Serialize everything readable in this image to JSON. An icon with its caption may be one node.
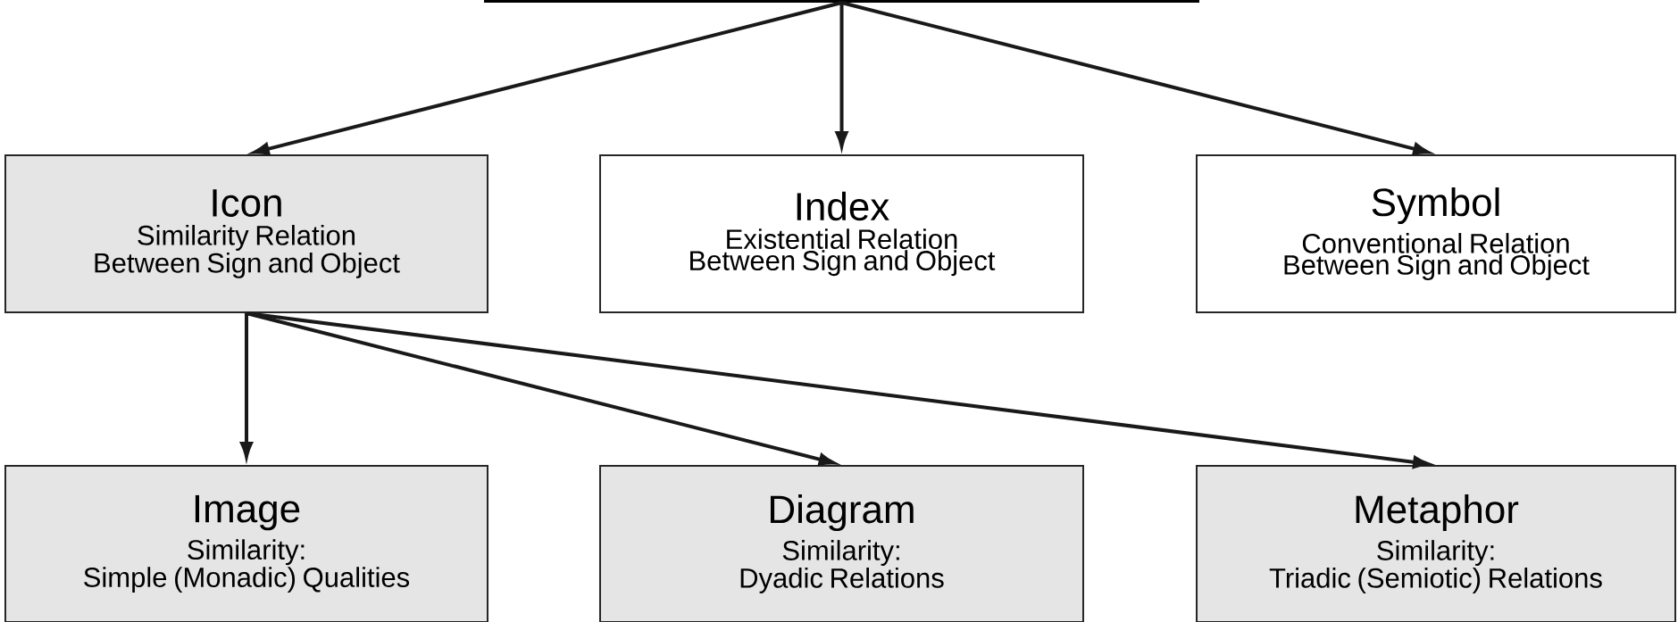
{
  "diagram": {
    "nodes": [
      {
        "text": [],
        "shape": "box"
      },
      {
        "text": [
          "Icon",
          "Similarity Relation Between Sign and Object"
        ]
      },
      {
        "text": [
          "Index",
          "Existential Relation Between Sign and Object"
        ]
      },
      {
        "text": [
          "Symbol",
          "Conventional Relation Between Sign and Object"
        ]
      },
      {
        "text": [
          "Image",
          "Similarity:",
          "Simple (Monadic) Qualities"
        ]
      },
      {
        "text": [
          "Diagram",
          "Similarity:",
          "Dyadic Relations"
        ]
      },
      {
        "text": [
          "Metaphor",
          "Similarity:",
          "Triadic (Semiotic) Relations"
        ]
      }
    ],
    "edges": [
      {
        "from": 0,
        "to": 1,
        "arrow": "to"
      },
      {
        "from": 0,
        "to": 2,
        "arrow": "to"
      },
      {
        "from": 0,
        "to": 3,
        "arrow": "to"
      },
      {
        "from": 1,
        "to": 4,
        "arrow": "to"
      },
      {
        "from": 1,
        "to": 5,
        "arrow": "to"
      },
      {
        "from": 1,
        "to": 6,
        "arrow": "to"
      }
    ]
  }
}
